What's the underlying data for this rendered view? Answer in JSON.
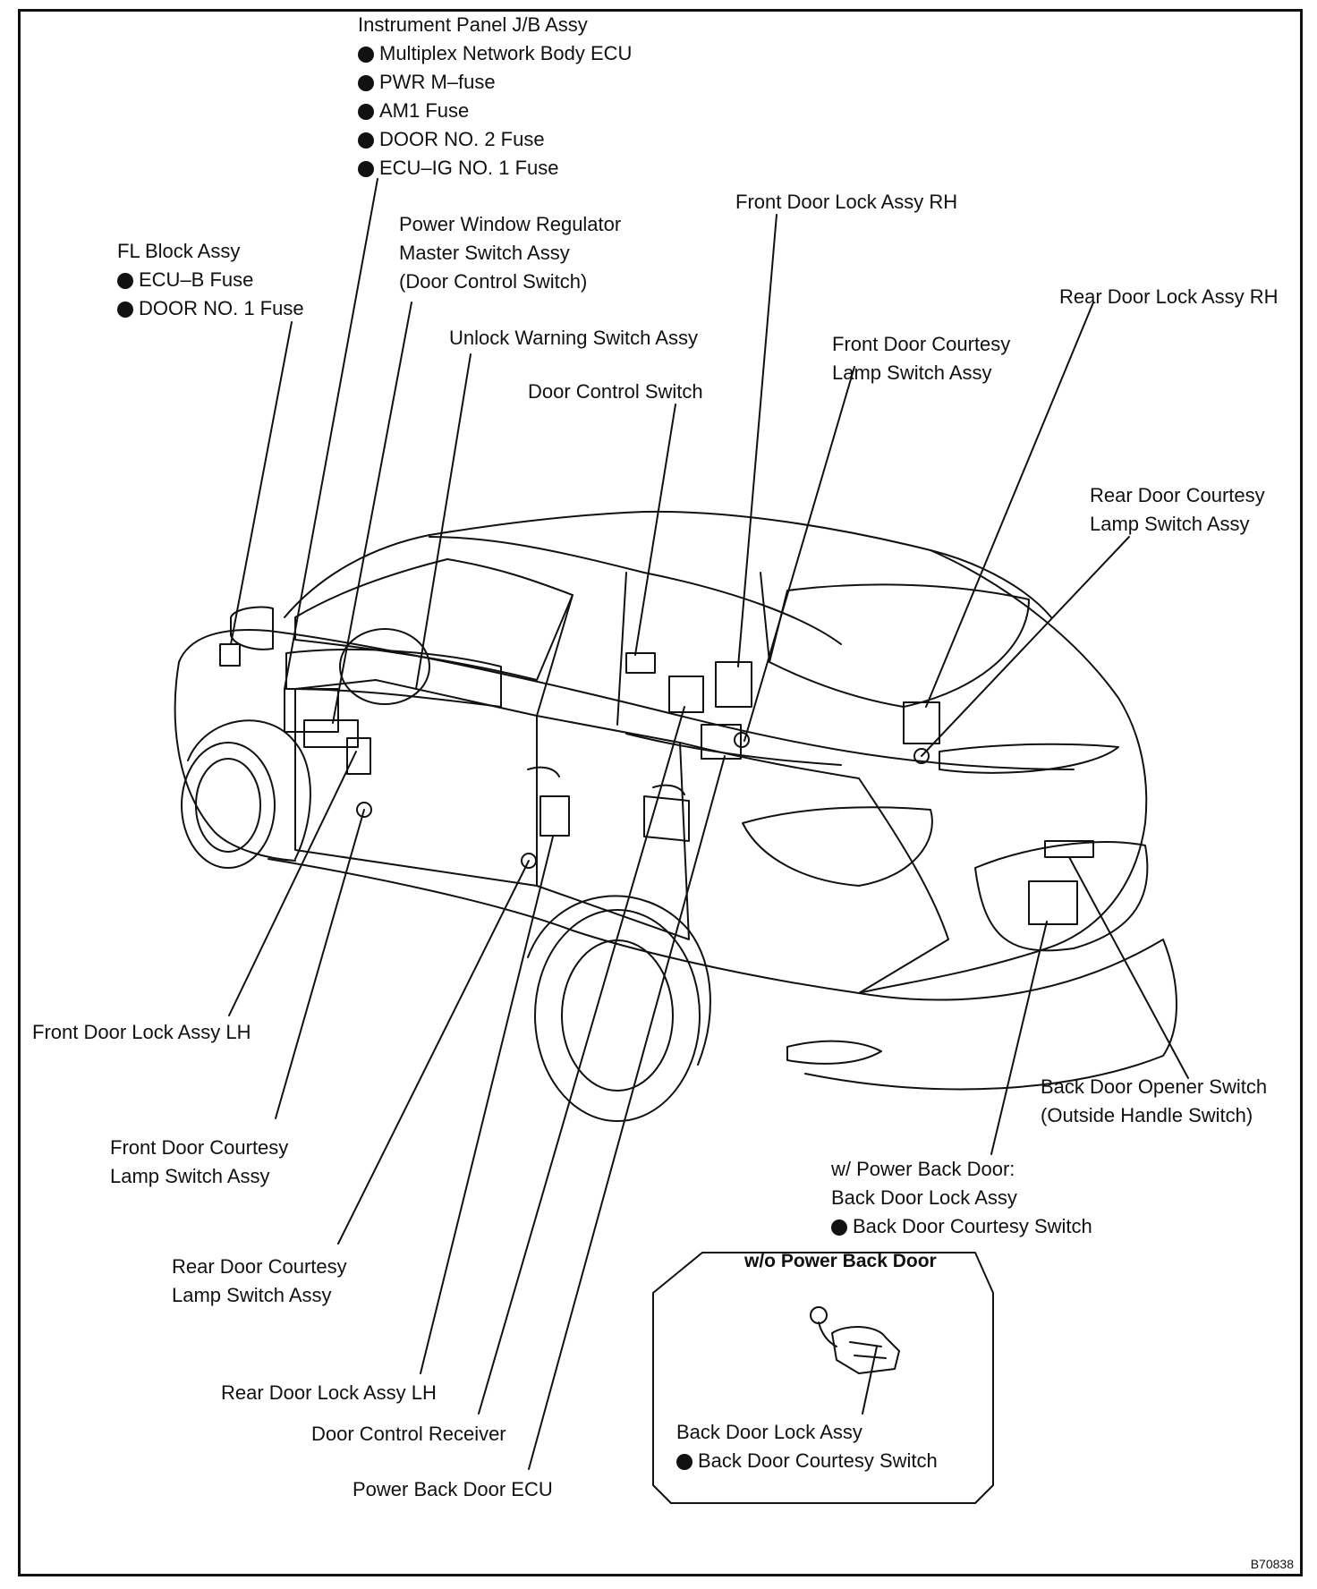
{
  "labels": {
    "instrument_panel": {
      "title": "Instrument Panel J/B Assy",
      "items": [
        "Multiplex Network Body ECU",
        "PWR M–fuse",
        "AM1 Fuse",
        "DOOR NO. 2 Fuse",
        "ECU–IG NO. 1 Fuse"
      ]
    },
    "fl_block": {
      "title": "FL Block Assy",
      "items": [
        "ECU–B Fuse",
        "DOOR NO. 1 Fuse"
      ]
    },
    "power_window": [
      "Power Window Regulator",
      "Master Switch Assy",
      "(Door Control Switch)"
    ],
    "unlock_warning": "Unlock Warning Switch Assy",
    "door_control_switch": "Door Control Switch",
    "front_door_lock_rh": "Front Door Lock Assy RH",
    "rear_door_lock_rh": "Rear Door Lock Assy RH",
    "front_courtesy_rh": [
      "Front Door Courtesy",
      "Lamp Switch Assy"
    ],
    "rear_courtesy_rh": [
      "Rear Door Courtesy",
      "Lamp Switch Assy"
    ],
    "front_door_lock_lh": "Front Door Lock Assy LH",
    "front_courtesy_lh": [
      "Front Door Courtesy",
      "Lamp Switch Assy"
    ],
    "rear_courtesy_lh": [
      "Rear Door Courtesy",
      "Lamp Switch Assy"
    ],
    "rear_door_lock_lh": "Rear Door Lock Assy LH",
    "door_control_receiver": "Door Control Receiver",
    "power_back_door_ecu": "Power Back Door ECU",
    "back_door_opener": [
      "Back Door Opener Switch",
      "(Outside Handle Switch)"
    ],
    "power_back_door": {
      "lines": [
        "w/ Power Back Door:",
        "Back Door Lock Assy"
      ],
      "item": "Back Door Courtesy Switch"
    }
  },
  "inset": {
    "title": "w/o Power Back Door",
    "label": "Back Door Lock Assy",
    "item": "Back Door Courtesy Switch"
  },
  "figure_code": "B70838"
}
